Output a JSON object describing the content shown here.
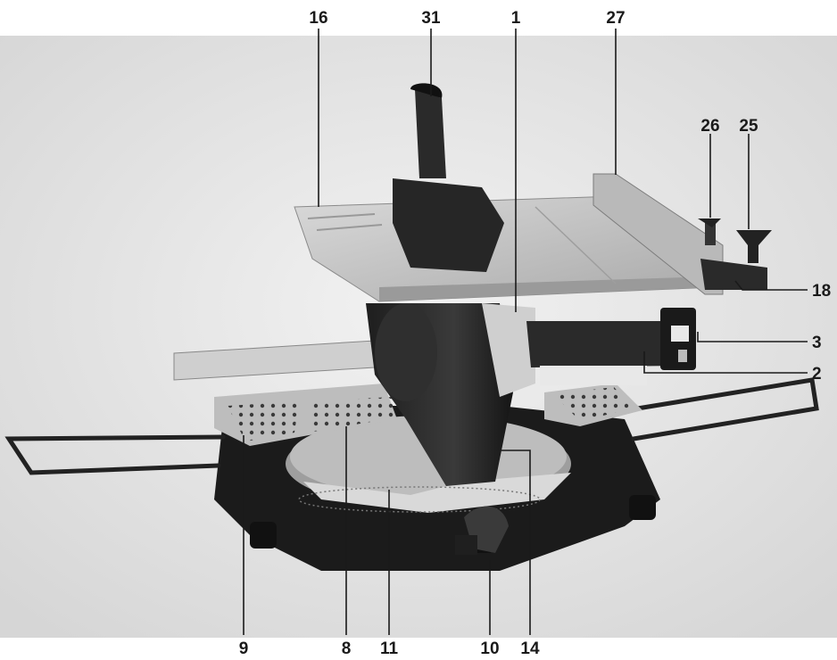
{
  "diagram": {
    "labels": {
      "l16": "16",
      "l31": "31",
      "l1": "1",
      "l27": "27",
      "l26": "26",
      "l25": "25",
      "l18": "18",
      "l3": "3",
      "l2": "2",
      "l9": "9",
      "l8": "8",
      "l11": "11",
      "l10": "10",
      "l14": "14"
    },
    "colors": {
      "background": "#ffffff",
      "body": "#2b2b2b",
      "table": "#c8c8c8",
      "metal": "#b4b4b4",
      "label": "#1a1a1a"
    }
  }
}
